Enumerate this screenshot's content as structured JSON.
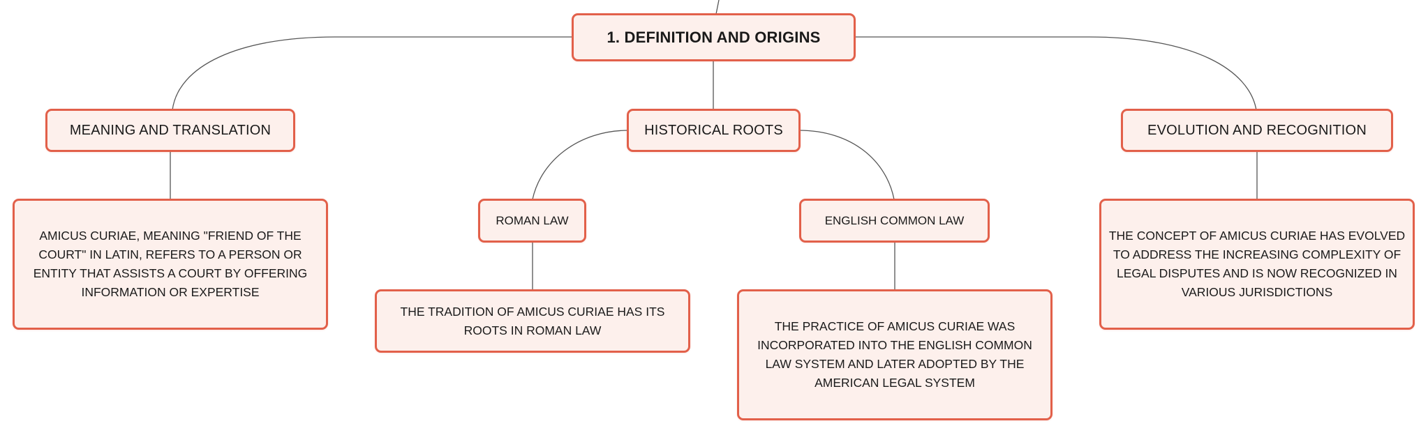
{
  "root": {
    "label": "1. DEFINITION AND ORIGINS"
  },
  "branches": [
    {
      "label": "MEANING AND TRANSLATION",
      "detail": "AMICUS CURIAE, MEANING \"FRIEND OF THE COURT\" IN LATIN, REFERS TO A PERSON OR ENTITY THAT ASSISTS A COURT BY OFFERING INFORMATION OR EXPERTISE"
    },
    {
      "label": "HISTORICAL ROOTS",
      "children": [
        {
          "label": "ROMAN LAW",
          "detail": "THE TRADITION OF AMICUS CURIAE HAS ITS ROOTS IN ROMAN LAW"
        },
        {
          "label": "ENGLISH COMMON LAW",
          "detail": "THE PRACTICE OF AMICUS CURIAE WAS INCORPORATED INTO THE ENGLISH COMMON LAW SYSTEM AND LATER ADOPTED BY THE AMERICAN LEGAL SYSTEM"
        }
      ]
    },
    {
      "label": "EVOLUTION AND RECOGNITION",
      "detail": "THE CONCEPT OF AMICUS CURIAE HAS EVOLVED TO ADDRESS THE INCREASING COMPLEXITY OF LEGAL DISPUTES AND IS NOW RECOGNIZED IN VARIOUS JURISDICTIONS"
    }
  ],
  "colors": {
    "node_border": "#e2604a",
    "node_fill": "#fdf0ec",
    "connector": "#555555"
  }
}
